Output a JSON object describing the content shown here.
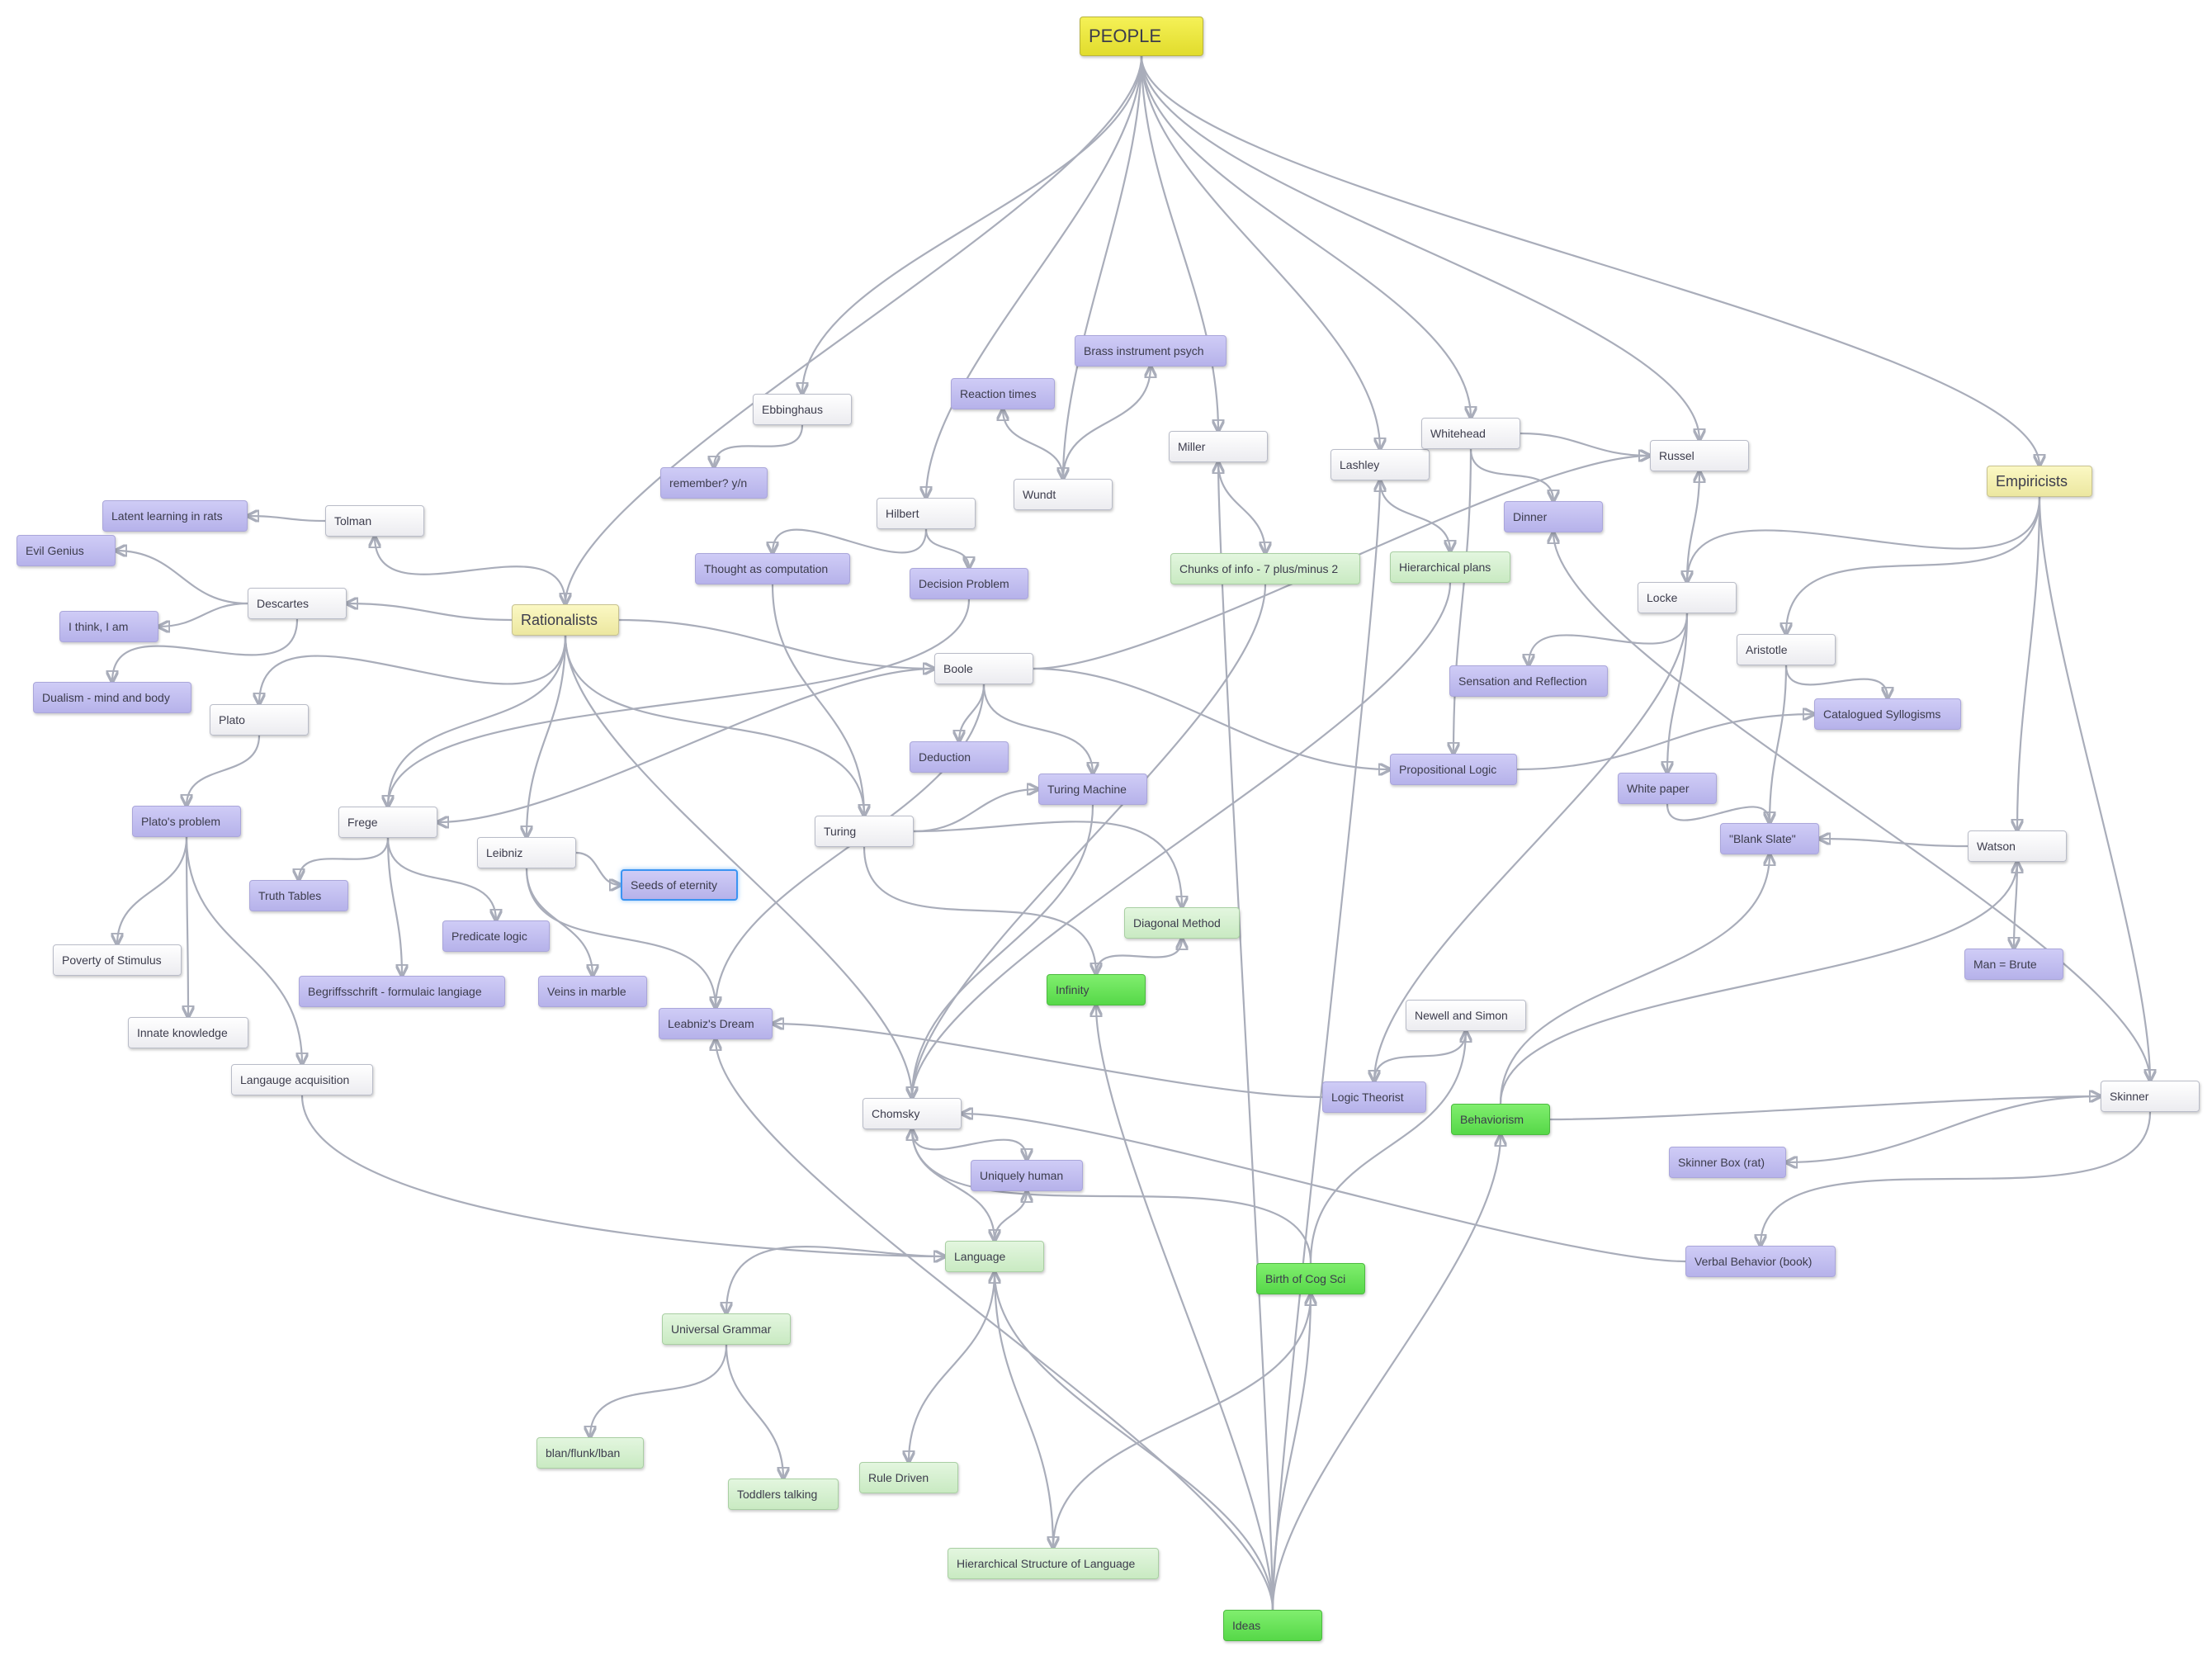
{
  "nodes": [
    {
      "id": "people",
      "label": "PEOPLE",
      "style": "root"
    },
    {
      "id": "ebbinghaus",
      "label": "Ebbinghaus",
      "style": "white"
    },
    {
      "id": "remember",
      "label": "remember? y/n",
      "style": "purple"
    },
    {
      "id": "reaction",
      "label": "Reaction times",
      "style": "purple"
    },
    {
      "id": "brass",
      "label": "Brass instrument psych",
      "style": "purple"
    },
    {
      "id": "wundt",
      "label": "Wundt",
      "style": "white"
    },
    {
      "id": "miller",
      "label": "Miller",
      "style": "white"
    },
    {
      "id": "lashley",
      "label": "Lashley",
      "style": "white"
    },
    {
      "id": "whitehead",
      "label": "Whitehead",
      "style": "white"
    },
    {
      "id": "russel",
      "label": "Russel",
      "style": "white"
    },
    {
      "id": "empiricists",
      "label": "Empiricists",
      "style": "yellow"
    },
    {
      "id": "latent",
      "label": "Latent learning in rats",
      "style": "purple"
    },
    {
      "id": "tolman",
      "label": "Tolman",
      "style": "white"
    },
    {
      "id": "evil",
      "label": "Evil Genius",
      "style": "purple"
    },
    {
      "id": "hilbert",
      "label": "Hilbert",
      "style": "white"
    },
    {
      "id": "dinner",
      "label": "Dinner",
      "style": "purple"
    },
    {
      "id": "descartes",
      "label": "Descartes",
      "style": "white"
    },
    {
      "id": "rationalists",
      "label": "Rationalists",
      "style": "yellow"
    },
    {
      "id": "thought",
      "label": "Thought as computation",
      "style": "purple"
    },
    {
      "id": "decision",
      "label": "Decision Problem",
      "style": "purple"
    },
    {
      "id": "chunks",
      "label": "Chunks of info - 7 plus/minus 2",
      "style": "lgreen"
    },
    {
      "id": "hplans",
      "label": "Hierarchical plans",
      "style": "lgreen"
    },
    {
      "id": "locke",
      "label": "Locke",
      "style": "white"
    },
    {
      "id": "ithink",
      "label": "I think, I am",
      "style": "purple"
    },
    {
      "id": "boole",
      "label": "Boole",
      "style": "white"
    },
    {
      "id": "aristotle",
      "label": "Aristotle",
      "style": "white"
    },
    {
      "id": "dualism",
      "label": "Dualism - mind and body",
      "style": "purple"
    },
    {
      "id": "sensation",
      "label": "Sensation and Reflection",
      "style": "purple"
    },
    {
      "id": "plato",
      "label": "Plato",
      "style": "white"
    },
    {
      "id": "syllogisms",
      "label": "Catalogued Syllogisms",
      "style": "purple"
    },
    {
      "id": "deduction",
      "label": "Deduction",
      "style": "purple"
    },
    {
      "id": "proplogic",
      "label": "Propositional Logic",
      "style": "purple"
    },
    {
      "id": "turingmachine",
      "label": "Turing Machine",
      "style": "purple"
    },
    {
      "id": "whitepaper",
      "label": "White paper",
      "style": "purple"
    },
    {
      "id": "platosproblem",
      "label": "Plato's problem",
      "style": "purple"
    },
    {
      "id": "frege",
      "label": "Frege",
      "style": "white"
    },
    {
      "id": "turing",
      "label": "Turing",
      "style": "white"
    },
    {
      "id": "blankslate",
      "label": "\"Blank Slate\"",
      "style": "purple"
    },
    {
      "id": "leibniz",
      "label": "Leibniz",
      "style": "white"
    },
    {
      "id": "watson",
      "label": "Watson",
      "style": "white"
    },
    {
      "id": "seeds",
      "label": "Seeds of eternity",
      "style": "purple",
      "selected": true
    },
    {
      "id": "truth",
      "label": "Truth Tables",
      "style": "purple"
    },
    {
      "id": "diagonal",
      "label": "Diagonal Method",
      "style": "lgreen"
    },
    {
      "id": "predicate",
      "label": "Predicate logic",
      "style": "purple"
    },
    {
      "id": "poverty",
      "label": "Poverty of Stimulus",
      "style": "white"
    },
    {
      "id": "manbrute",
      "label": "Man = Brute",
      "style": "purple"
    },
    {
      "id": "infinity",
      "label": "Infinity",
      "style": "green"
    },
    {
      "id": "begriff",
      "label": "Begriffsschrift - formulaic langiage",
      "style": "purple"
    },
    {
      "id": "veins",
      "label": "Veins in marble",
      "style": "purple"
    },
    {
      "id": "newell",
      "label": "Newell and Simon",
      "style": "white"
    },
    {
      "id": "leibnizdream",
      "label": "Leabniz's Dream",
      "style": "purple"
    },
    {
      "id": "innate",
      "label": "Innate knowledge",
      "style": "white"
    },
    {
      "id": "langacq",
      "label": "Langauge acquisition",
      "style": "white"
    },
    {
      "id": "logictheorist",
      "label": "Logic Theorist",
      "style": "purple"
    },
    {
      "id": "skinner",
      "label": "Skinner",
      "style": "white"
    },
    {
      "id": "chomsky",
      "label": "Chomsky",
      "style": "white"
    },
    {
      "id": "behaviorism",
      "label": "Behaviorism",
      "style": "green"
    },
    {
      "id": "skinnerbox",
      "label": "Skinner Box (rat)",
      "style": "purple"
    },
    {
      "id": "uniquely",
      "label": "Uniquely human",
      "style": "purple"
    },
    {
      "id": "language",
      "label": "Language",
      "style": "lgreen"
    },
    {
      "id": "verbal",
      "label": "Verbal Behavior (book)",
      "style": "purple"
    },
    {
      "id": "birth",
      "label": "Birth of Cog Sci",
      "style": "green"
    },
    {
      "id": "ug",
      "label": "Universal Grammar",
      "style": "lgreen"
    },
    {
      "id": "blan",
      "label": "blan/flunk/lban",
      "style": "lgreen"
    },
    {
      "id": "toddlers",
      "label": "Toddlers talking",
      "style": "lgreen"
    },
    {
      "id": "rule",
      "label": "Rule Driven",
      "style": "lgreen"
    },
    {
      "id": "hstruct",
      "label": "Hierarchical Structure of Language",
      "style": "lgreen"
    },
    {
      "id": "ideas",
      "label": "Ideas",
      "style": "green"
    }
  ],
  "edges": [
    [
      "people",
      "ebbinghaus"
    ],
    [
      "people",
      "rationalists"
    ],
    [
      "people",
      "hilbert"
    ],
    [
      "people",
      "wundt"
    ],
    [
      "people",
      "miller"
    ],
    [
      "people",
      "lashley"
    ],
    [
      "people",
      "whitehead"
    ],
    [
      "people",
      "russel"
    ],
    [
      "people",
      "empiricists"
    ],
    [
      "ebbinghaus",
      "remember"
    ],
    [
      "wundt",
      "reaction"
    ],
    [
      "wundt",
      "brass"
    ],
    [
      "whitehead",
      "russel"
    ],
    [
      "whitehead",
      "dinner"
    ],
    [
      "whitehead",
      "proplogic"
    ],
    [
      "lashley",
      "hplans"
    ],
    [
      "miller",
      "chunks"
    ],
    [
      "hilbert",
      "thought"
    ],
    [
      "hilbert",
      "decision"
    ],
    [
      "rationalists",
      "tolman"
    ],
    [
      "rationalists",
      "descartes"
    ],
    [
      "rationalists",
      "plato"
    ],
    [
      "rationalists",
      "frege"
    ],
    [
      "rationalists",
      "leibniz"
    ],
    [
      "rationalists",
      "boole"
    ],
    [
      "rationalists",
      "turing"
    ],
    [
      "rationalists",
      "chomsky"
    ],
    [
      "tolman",
      "latent"
    ],
    [
      "descartes",
      "evil"
    ],
    [
      "descartes",
      "ithink"
    ],
    [
      "descartes",
      "dualism"
    ],
    [
      "plato",
      "platosproblem"
    ],
    [
      "platosproblem",
      "poverty"
    ],
    [
      "platosproblem",
      "innate"
    ],
    [
      "platosproblem",
      "langacq"
    ],
    [
      "frege",
      "truth"
    ],
    [
      "frege",
      "predicate"
    ],
    [
      "frege",
      "begriff"
    ],
    [
      "leibniz",
      "seeds"
    ],
    [
      "leibniz",
      "veins"
    ],
    [
      "leibniz",
      "leibnizdream"
    ],
    [
      "boole",
      "frege"
    ],
    [
      "boole",
      "deduction"
    ],
    [
      "boole",
      "turingmachine"
    ],
    [
      "boole",
      "proplogic"
    ],
    [
      "boole",
      "russel"
    ],
    [
      "boole",
      "leibnizdream"
    ],
    [
      "decision",
      "frege"
    ],
    [
      "thought",
      "turing"
    ],
    [
      "turing",
      "turingmachine"
    ],
    [
      "turing",
      "diagonal"
    ],
    [
      "turing",
      "infinity"
    ],
    [
      "infinity",
      "diagonal"
    ],
    [
      "empiricists",
      "locke"
    ],
    [
      "empiricists",
      "aristotle"
    ],
    [
      "empiricists",
      "watson"
    ],
    [
      "empiricists",
      "skinner"
    ],
    [
      "locke",
      "russel"
    ],
    [
      "locke",
      "sensation"
    ],
    [
      "locke",
      "whitepaper"
    ],
    [
      "locke",
      "logictheorist"
    ],
    [
      "aristotle",
      "syllogisms"
    ],
    [
      "aristotle",
      "blankslate"
    ],
    [
      "proplogic",
      "syllogisms"
    ],
    [
      "whitepaper",
      "blankslate"
    ],
    [
      "watson",
      "blankslate"
    ],
    [
      "watson",
      "manbrute"
    ],
    [
      "behaviorism",
      "watson"
    ],
    [
      "behaviorism",
      "skinner"
    ],
    [
      "behaviorism",
      "blankslate"
    ],
    [
      "skinner",
      "skinnerbox"
    ],
    [
      "skinner",
      "verbal"
    ],
    [
      "skinner",
      "dinner"
    ],
    [
      "verbal",
      "chomsky"
    ],
    [
      "logictheorist",
      "leibnizdream"
    ],
    [
      "newell",
      "logictheorist"
    ],
    [
      "birth",
      "newell"
    ],
    [
      "birth",
      "chomsky"
    ],
    [
      "chomsky",
      "uniquely"
    ],
    [
      "chomsky",
      "language"
    ],
    [
      "language",
      "uniquely"
    ],
    [
      "langacq",
      "language"
    ],
    [
      "language",
      "ug"
    ],
    [
      "language",
      "rule"
    ],
    [
      "language",
      "hstruct"
    ],
    [
      "ug",
      "blan"
    ],
    [
      "ug",
      "toddlers"
    ],
    [
      "turingmachine",
      "chomsky"
    ],
    [
      "hplans",
      "chomsky"
    ],
    [
      "chunks",
      "chomsky"
    ],
    [
      "ideas",
      "language"
    ],
    [
      "ideas",
      "birth"
    ],
    [
      "ideas",
      "behaviorism"
    ],
    [
      "ideas",
      "infinity"
    ],
    [
      "ideas",
      "leibnizdream"
    ],
    [
      "ideas",
      "miller"
    ],
    [
      "ideas",
      "lashley"
    ],
    [
      "hstruct",
      "birth"
    ]
  ]
}
